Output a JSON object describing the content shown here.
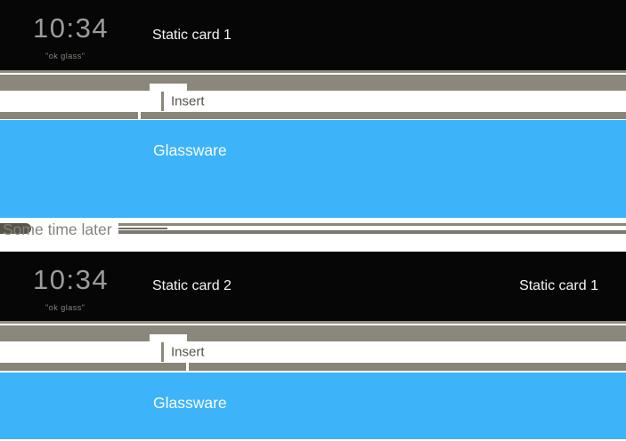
{
  "diagram": {
    "states": [
      {
        "clock_time": "10:34",
        "voice_hint": "\"ok glass\"",
        "center_card_label": "Static card 1",
        "insert_label": "Insert",
        "glassware_label": "Glassware"
      },
      {
        "clock_time": "10:34",
        "voice_hint": "\"ok glass\"",
        "center_card_label": "Static card 2",
        "right_card_label": "Static card 1",
        "insert_label": "Insert",
        "glassware_label": "Glassware"
      }
    ],
    "divider_label": "Some time later",
    "colors": {
      "card_black": "#060606",
      "card_edge_gray": "#8b877c",
      "glassware_blue": "#3db3f9",
      "insert_text": "#57534d",
      "divider_text": "#85827c",
      "clock_text": "#9c9c9c",
      "card_label_text": "#f4f4f4"
    }
  }
}
